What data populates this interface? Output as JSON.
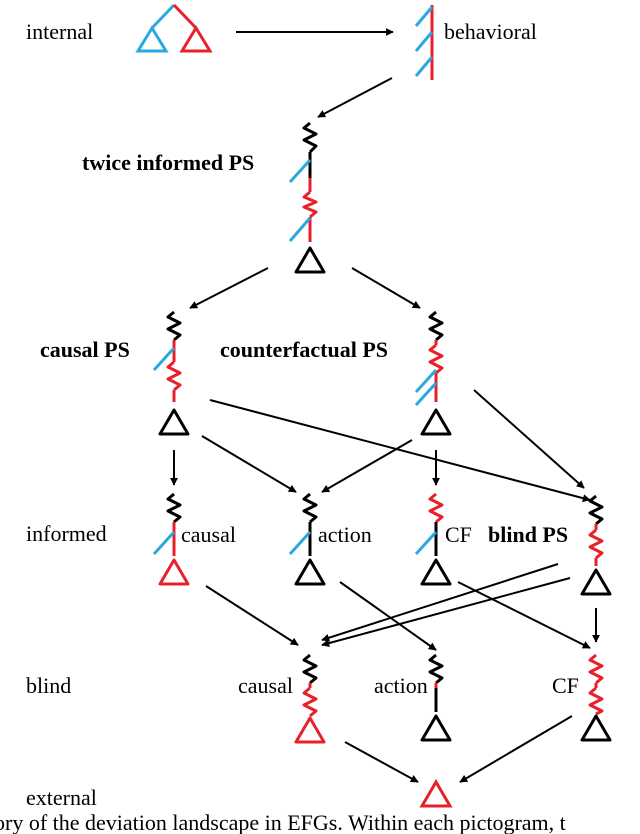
{
  "colors": {
    "blue": "#29a9e0",
    "red": "#e8202a",
    "black": "#000000"
  },
  "row_labels": {
    "internal": "internal",
    "informed": "informed",
    "blind": "blind",
    "external": "external"
  },
  "nodes": {
    "behavioral": "behavioral",
    "twice_informed_ps": "twice informed PS",
    "causal_ps": "causal PS",
    "counterfactual_ps": "counterfactual PS",
    "informed_causal": "causal",
    "informed_action": "action",
    "informed_cf": "CF",
    "blind_ps": "blind PS",
    "blind_causal": "causal",
    "blind_action": "action",
    "blind_cf": "CF"
  },
  "caption": "ory of the deviation landscape in EFGs. Within each pictogram, t"
}
